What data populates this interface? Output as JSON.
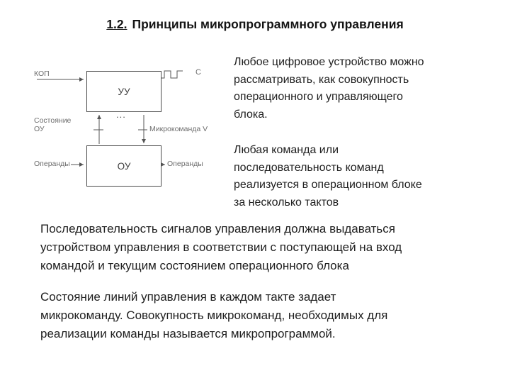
{
  "title": {
    "number": "1.2.",
    "text": "Принципы микропрограммного управления"
  },
  "diagram": {
    "uu": "УУ",
    "ou": "ОУ",
    "kop": "КОП",
    "state": "Состояние\nОУ",
    "operands_in": "Операнды",
    "operands_out": "Операнды",
    "clock": "C",
    "microcommand": "Микрокоманда V",
    "dots": "..."
  },
  "paragraphs": {
    "right_top": "Любое цифровое устройство можно\nрассматривать, как совокупность\nоперационного и управляющего\nблока.",
    "right_bottom": "Любая команда или\nпоследовательность команд\nреализуется в операционном блоке\nза несколько тактов",
    "bottom_first": "Последовательность сигналов управления должна выдаваться\nустройством управления в соответствии с поступающей на вход\nкомандой и текущим состоянием операционного блока",
    "bottom_second": "Состояние линий управления в каждом такте задает\nмикрокоманду. Совокупность микрокоманд, необходимых для\nреализации команды называется микропрограммой."
  }
}
